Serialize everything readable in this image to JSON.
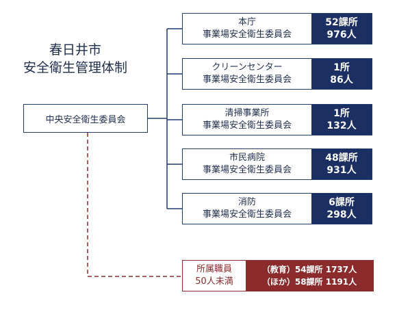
{
  "title": {
    "line1": "春日井市",
    "line2": "安全衛生管理体制"
  },
  "central": {
    "label": "中央安全衛生委員会"
  },
  "sites": [
    {
      "name": "本庁",
      "committee": "事業場安全衛生委員会",
      "units": "52課所",
      "staff": "976人"
    },
    {
      "name": "クリーンセンター",
      "committee": "事業場安全衛生委員会",
      "units": "1所",
      "staff": "86人"
    },
    {
      "name": "清掃事業所",
      "committee": "事業場安全衛生委員会",
      "units": "1所",
      "staff": "132人"
    },
    {
      "name": "市民病院",
      "committee": "事業場安全衛生委員会",
      "units": "48課所",
      "staff": "931人"
    },
    {
      "name": "消防",
      "committee": "事業場安全衛生委員会",
      "units": "6課所",
      "staff": "298人"
    }
  ],
  "small_sites": {
    "label1": "所属職員",
    "label2": "50人未満",
    "education": "（教育）54課所 1737人",
    "other": "（ほか）58課所 1191人"
  },
  "colors": {
    "navy": "#1c2f63",
    "border": "#1f3a6e",
    "red": "#8b2b2b"
  }
}
